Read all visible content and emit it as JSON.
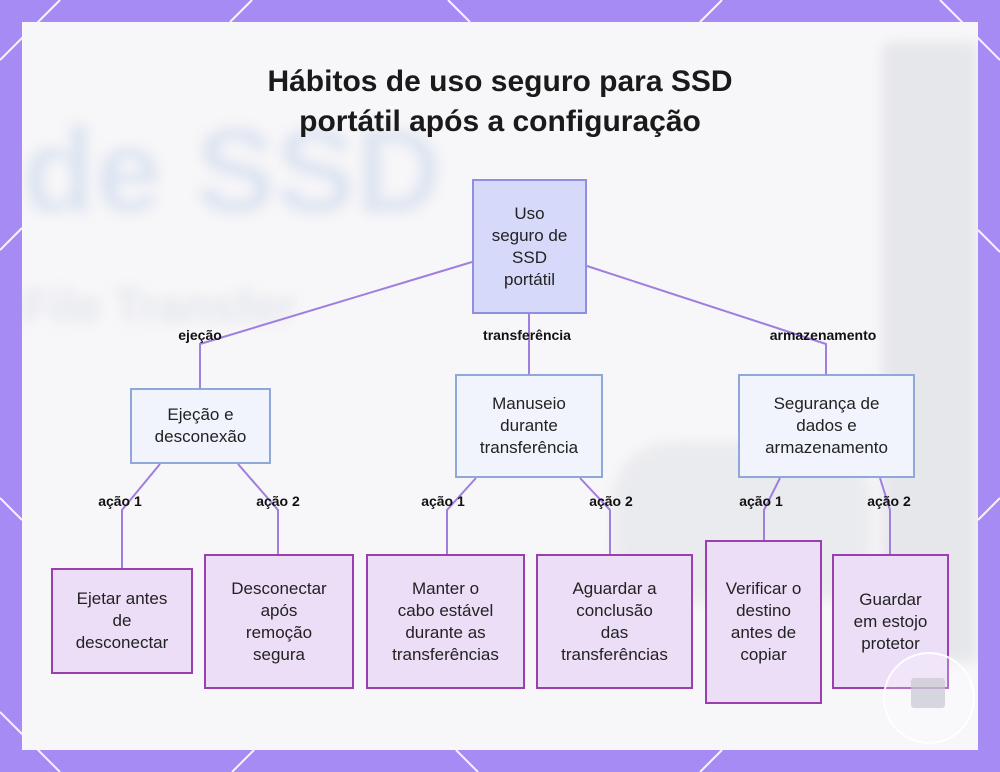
{
  "title": {
    "line1": "Hábitos de uso seguro para SSD",
    "line2": "portátil após a configuração"
  },
  "background_text": [
    "de SSD",
    "File Transfer"
  ],
  "colors": {
    "frame": "#a78bf5",
    "root_fill": "#d7d9fb",
    "mid_fill": "#f2f4fd",
    "leaf_fill": "#ecdef7",
    "edge": "#a07ee0"
  },
  "nodes": {
    "root": [
      "Uso",
      "seguro de",
      "SSD",
      "portátil"
    ],
    "ejecao": [
      "Ejeção e",
      "desconexão"
    ],
    "manuseio": [
      "Manuseio",
      "durante",
      "transferência"
    ],
    "seguranca": [
      "Segurança de",
      "dados e",
      "armazenamento"
    ],
    "leaf_ejetar": [
      "Ejetar antes",
      "de",
      "desconectar"
    ],
    "leaf_desconectar": [
      "Desconectar",
      "após",
      "remoção",
      "segura"
    ],
    "leaf_manter": [
      "Manter o",
      "cabo estável",
      "durante as",
      "transferências"
    ],
    "leaf_aguardar": [
      "Aguardar a",
      "conclusão",
      "das",
      "transferências"
    ],
    "leaf_verificar": [
      "Verificar o",
      "destino",
      "antes de",
      "copiar"
    ],
    "leaf_guardar": [
      "Guardar",
      "em estojo",
      "protetor"
    ]
  },
  "edge_labels": {
    "ejecao": "ejeção",
    "transferencia": "transferência",
    "armazenamento": "armazenamento",
    "acao1_a": "ação 1",
    "acao2_a": "ação 2",
    "acao1_b": "ação 1",
    "acao2_b": "ação 2",
    "acao1_c": "ação 1",
    "acao2_c": "ação 2"
  }
}
